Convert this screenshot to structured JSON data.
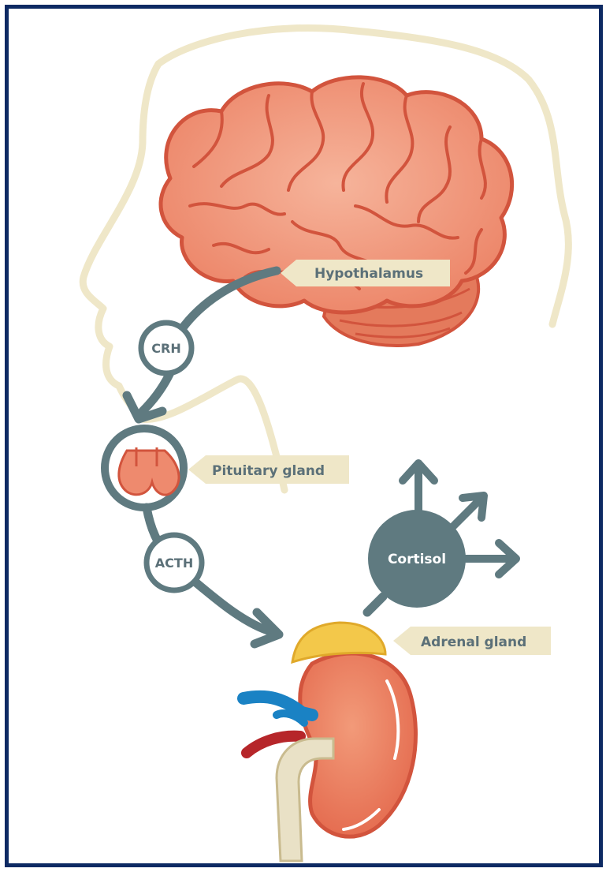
{
  "diagram": {
    "labels": {
      "hypothalamus": "Hypothalamus",
      "pituitary": "Pituitary gland",
      "adrenal": "Adrenal gland"
    },
    "hormones": {
      "crh": "CRH",
      "acth": "ACTH",
      "cortisol": "Cortisol"
    },
    "colors": {
      "frame": "#0d2a63",
      "head_outline": "#efe7c8",
      "brain": "#ee8a6e",
      "brain_line": "#d2543d",
      "pathway": "#5f7a80",
      "label_tag": "#efe7c8",
      "adrenal": "#f3c84a",
      "kidney": "#ea7559",
      "vein": "#1a82c4",
      "artery": "#b6262a",
      "ureter": "#e9e1c6"
    }
  }
}
